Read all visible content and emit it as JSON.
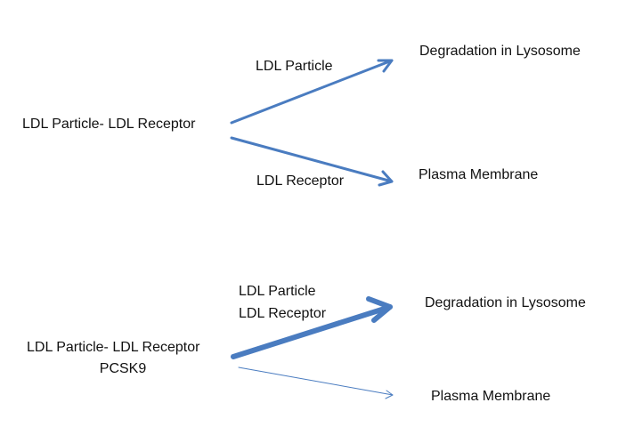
{
  "diagram_top": {
    "source": "LDL Particle- LDL Receptor",
    "edge_upper_label": "LDL Particle",
    "edge_lower_label": "LDL Receptor",
    "target_upper": "Degradation in Lysosome",
    "target_lower": "Plasma Membrane"
  },
  "diagram_bottom": {
    "source_line1": "LDL Particle- LDL Receptor",
    "source_line2": "PCSK9",
    "edge_label_line1": "LDL Particle",
    "edge_label_line2": "LDL Receptor",
    "target_upper": "Degradation in Lysosome",
    "target_lower": "Plasma Membrane"
  },
  "colors": {
    "arrow": "#4a7cc0",
    "text": "#111111"
  }
}
